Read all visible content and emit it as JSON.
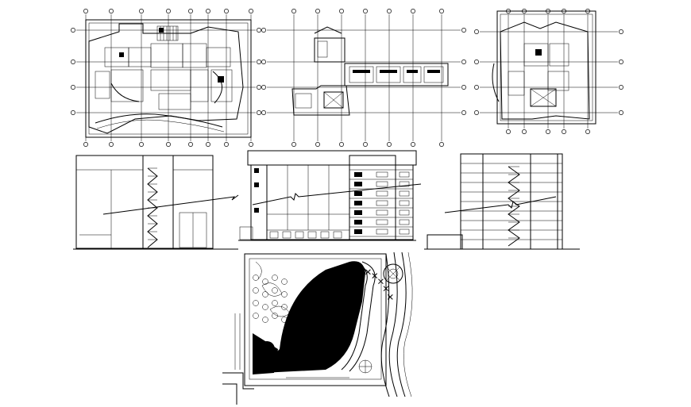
{
  "sheet": {
    "background": "#ffffff",
    "ink": "#000000",
    "drawings": [
      {
        "id": "plan-ground-floor"
      },
      {
        "id": "plan-upper-floor"
      },
      {
        "id": "plan-tower-floor"
      },
      {
        "id": "elevation-side"
      },
      {
        "id": "elevation-front"
      },
      {
        "id": "section-tower"
      },
      {
        "id": "site-plan"
      }
    ]
  }
}
